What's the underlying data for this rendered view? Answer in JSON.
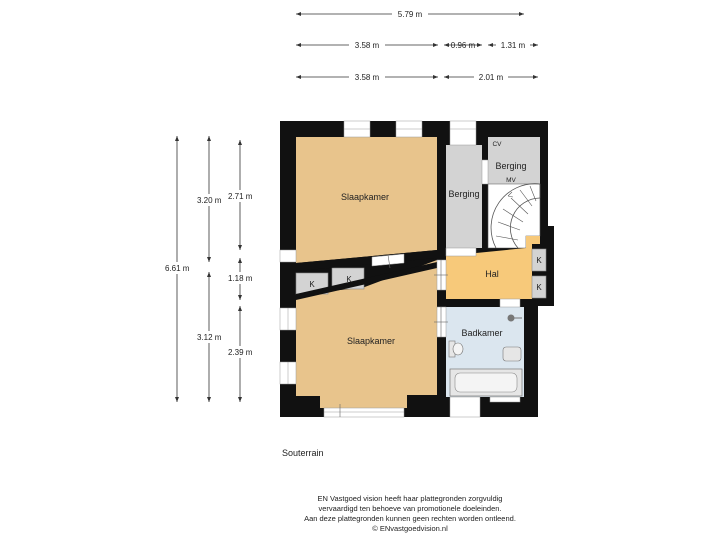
{
  "dimensions": {
    "top_total": "5.79 m",
    "top_a": "3.58 m",
    "top_b": "0.96 m",
    "top_c": "1.31 m",
    "top_d": "3.58 m",
    "top_e": "2.01 m",
    "left_total": "6.61 m",
    "left_a": "3.20 m",
    "left_b": "3.12 m",
    "left_c": "2.71 m",
    "left_d": "1.18 m",
    "left_e": "2.39 m"
  },
  "rooms": {
    "slaapkamer_top": "Slaapkamer",
    "slaapkamer_bottom": "Slaapkamer",
    "berging_1": "Berging",
    "berging_2": "Berging",
    "hal": "Hal",
    "badkamer": "Badkamer",
    "cv": "CV",
    "mv": "MV",
    "k1": "K",
    "k2": "K",
    "k3": "K",
    "k4": "K"
  },
  "floor_name": "Souterrain",
  "disclaimer": {
    "line1": "EN Vastgoed vision heeft haar plattegronden zorgvuldig",
    "line2": "vervaardigd ten behoeve van promotionele doeleinden.",
    "line3": "Aan deze plattegronden kunnen geen rechten worden ontleend.",
    "line4": "© ENvastgoedvision.nl"
  },
  "colors": {
    "bedroom": "#e8c48c",
    "hall": "#f7c97a",
    "storage": "#d3d3d3",
    "bathroom": "#dbe6ef",
    "wall": "#111111"
  }
}
